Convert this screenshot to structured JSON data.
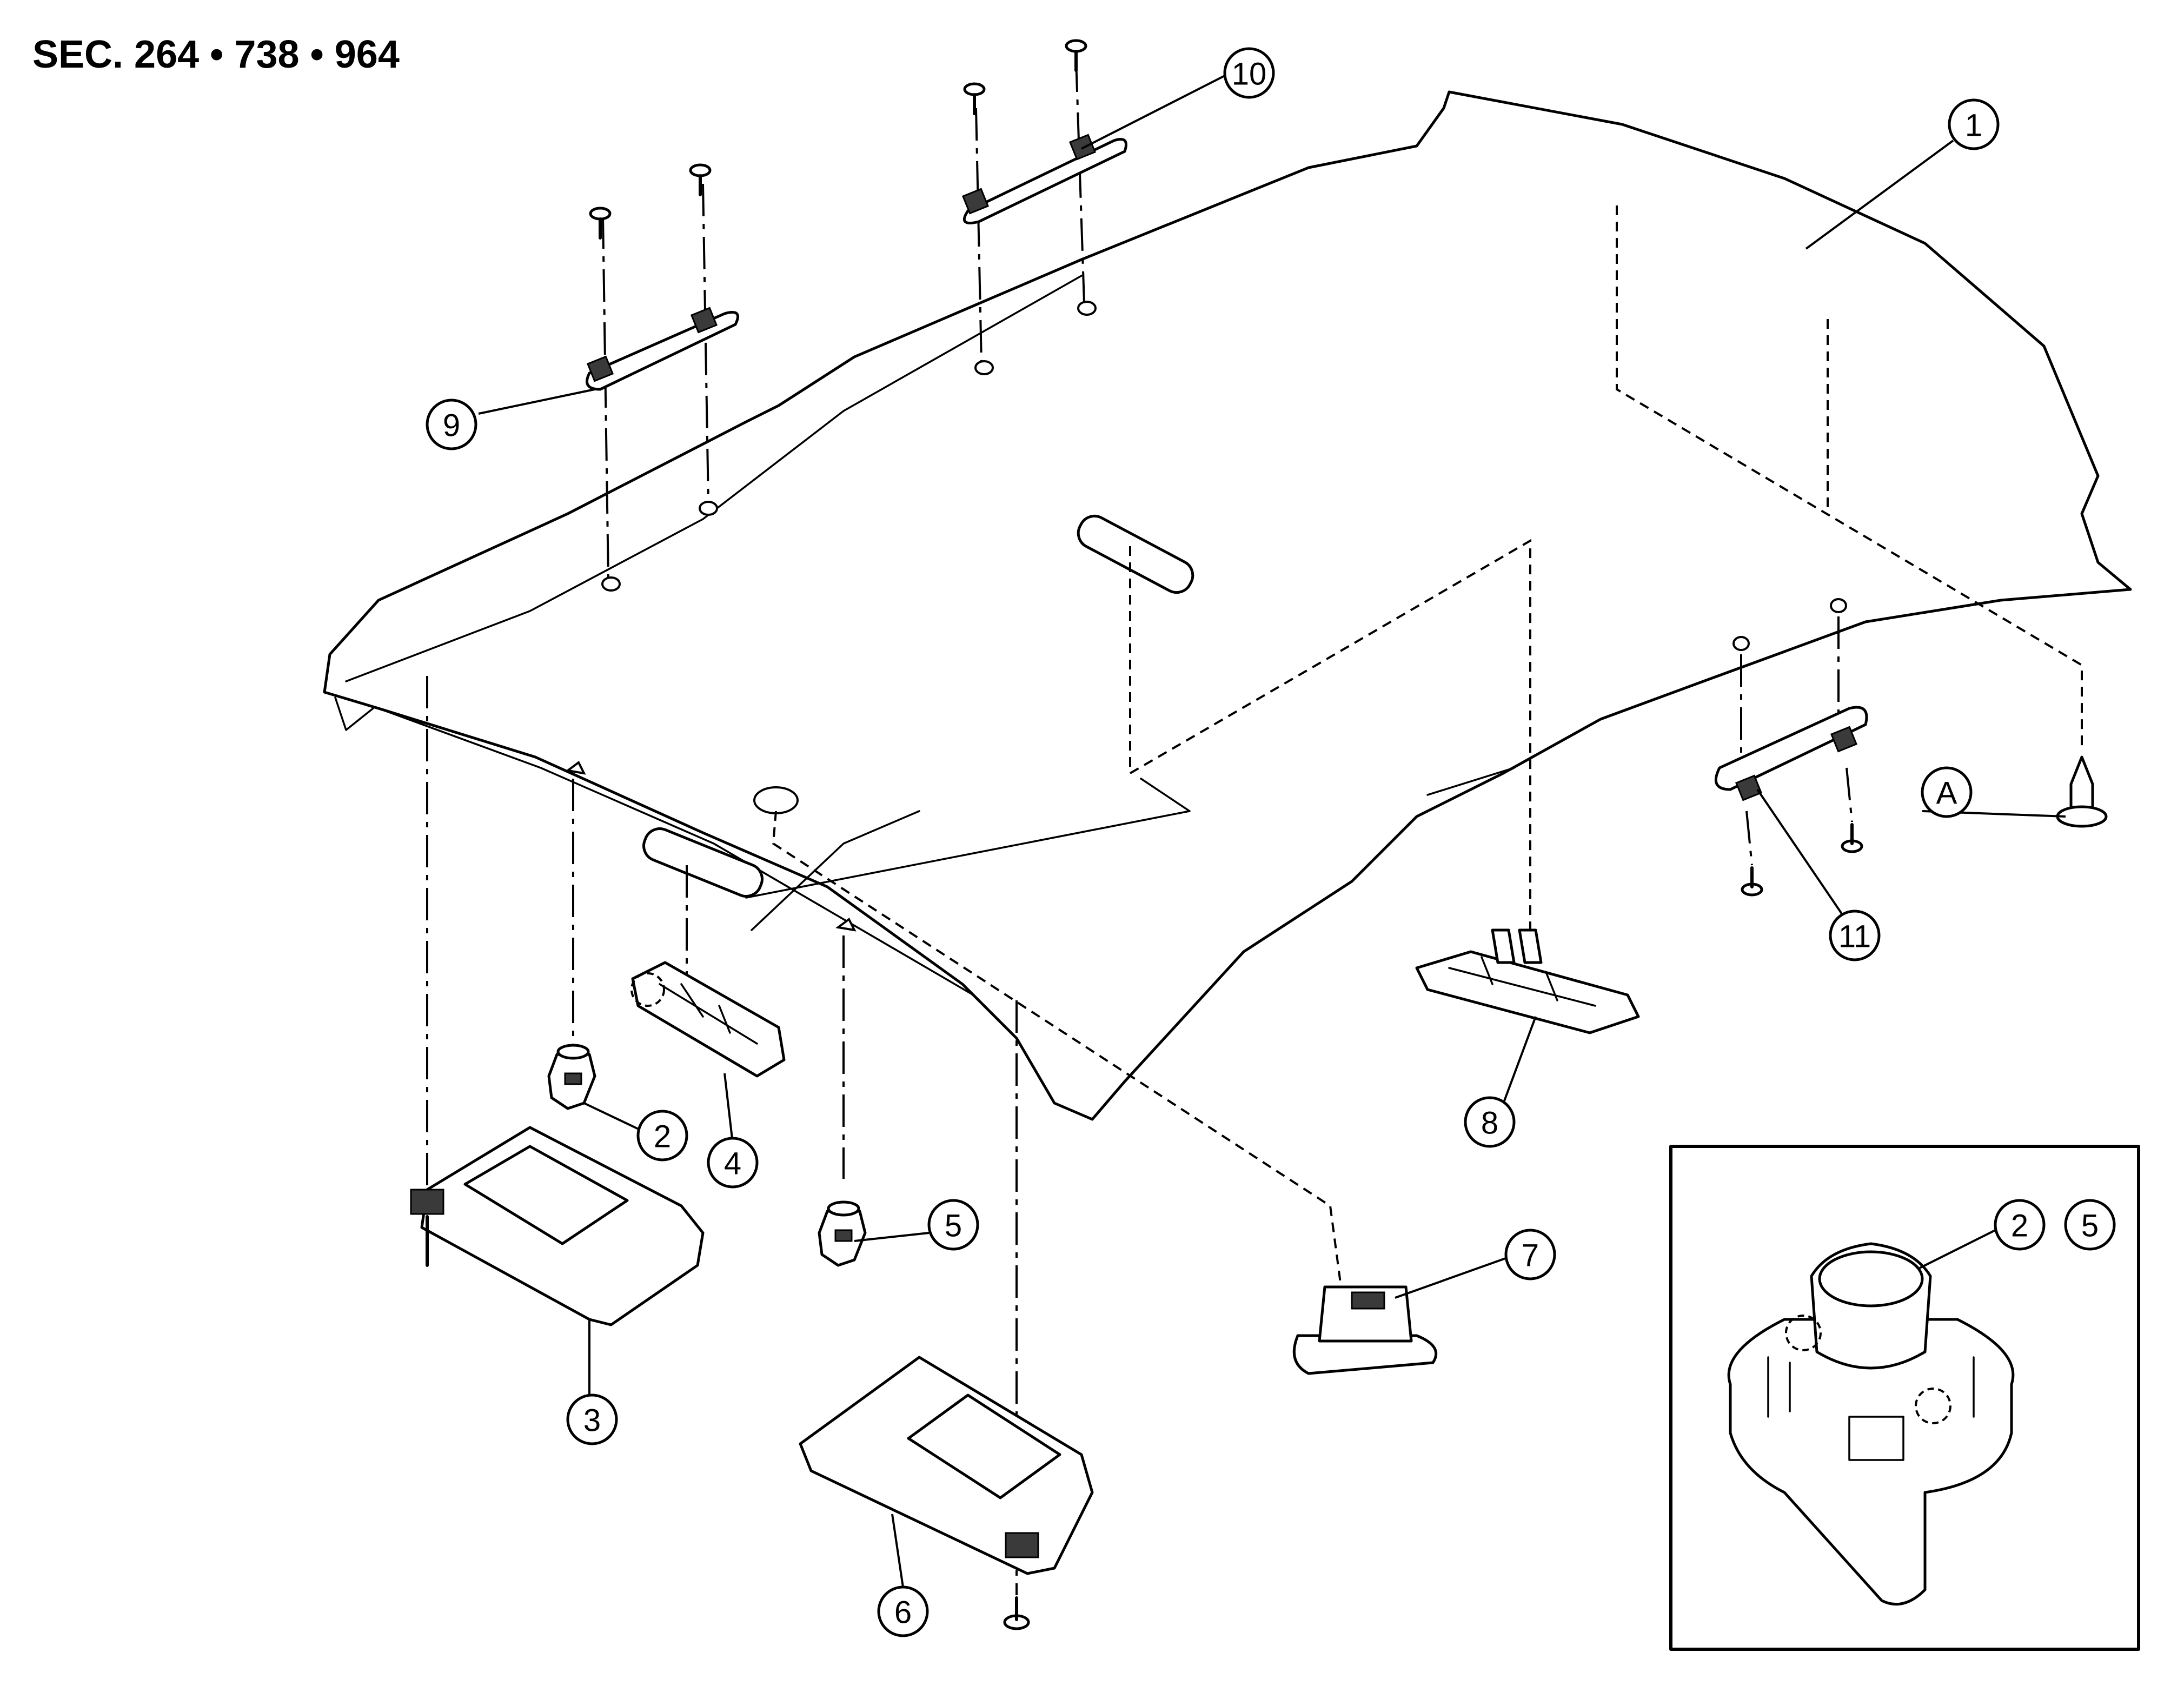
{
  "section_code": "SEC. 264 • 738 • 964",
  "callouts": {
    "headlining": "1",
    "sun_visor_holder_lh": "2",
    "sun_visor_lh": "3",
    "map_lamp_frame": "4",
    "sun_visor_holder_rh": "5",
    "sun_visor_rh": "6",
    "room_lamp": "7",
    "rear_lamp": "8",
    "assist_grip_front_lh": "9",
    "assist_grip_front_rh": "10",
    "assist_grip_rear": "11",
    "clip_a": "A",
    "detail_holder_lh": "2",
    "detail_holder_rh": "5"
  }
}
